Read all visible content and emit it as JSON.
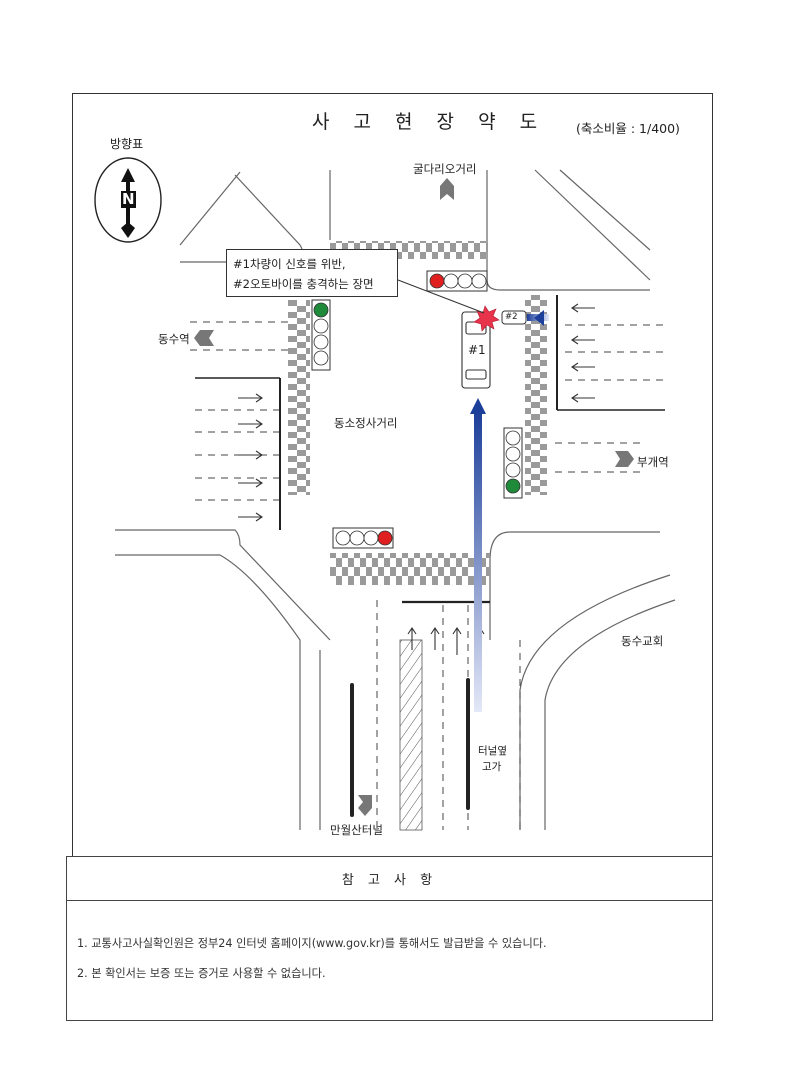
{
  "title": "사 고 현 장 약 도",
  "scale": "(축소비율 : 1/400)",
  "compass": {
    "label": "방향표",
    "letter": "N",
    "icon": "north-arrow-icon"
  },
  "places": {
    "north": "굴다리오거리",
    "west": "동수역",
    "east": "부개역",
    "south": "만월산터널",
    "intersection": "동소정사거리",
    "southeast": "동수교회",
    "overpass_line1": "터널옆",
    "overpass_line2": "고가"
  },
  "callout": {
    "line1": "#1차량이 신호를 위반,",
    "line2": "#2오토바이를 충격하는 장면"
  },
  "vehicles": {
    "car": "#1",
    "motorcycle": "#2"
  },
  "signals": {
    "north": "red",
    "west": "green",
    "east": "green",
    "south": "red"
  },
  "colors": {
    "red_light": "#e02020",
    "green_light": "#1f8a3a",
    "arrow_blue": "#1c3f9a",
    "collision": "#e8344a"
  },
  "notes": {
    "header": "참 고 사 항",
    "items": [
      "1. 교통사고사실확인원은 정부24 인터넷 홈페이지(www.gov.kr)를 통해서도 발급받을 수 있습니다.",
      "2. 본 확인서는 보증 또는 증거로 사용할 수 없습니다."
    ]
  }
}
